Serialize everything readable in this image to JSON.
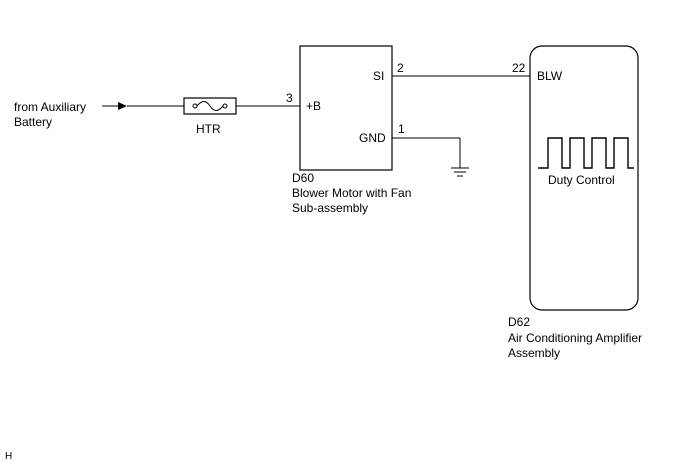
{
  "source": {
    "line1": "from Auxiliary",
    "line2": "Battery"
  },
  "fuse": {
    "name": "HTR"
  },
  "blower_motor": {
    "code": "D60",
    "name_line1": "Blower Motor with Fan",
    "name_line2": "Sub-assembly",
    "pins": {
      "plus_b": {
        "number": "3",
        "label": "+B"
      },
      "si": {
        "number": "2",
        "label": "SI"
      },
      "gnd": {
        "number": "1",
        "label": "GND"
      }
    }
  },
  "amplifier": {
    "code": "D62",
    "name_line1": "Air Conditioning Amplifier",
    "name_line2": "Assembly",
    "pins": {
      "blw": {
        "number": "22",
        "label": "BLW"
      }
    },
    "signal_label": "Duty Control"
  },
  "corner_mark": "H"
}
